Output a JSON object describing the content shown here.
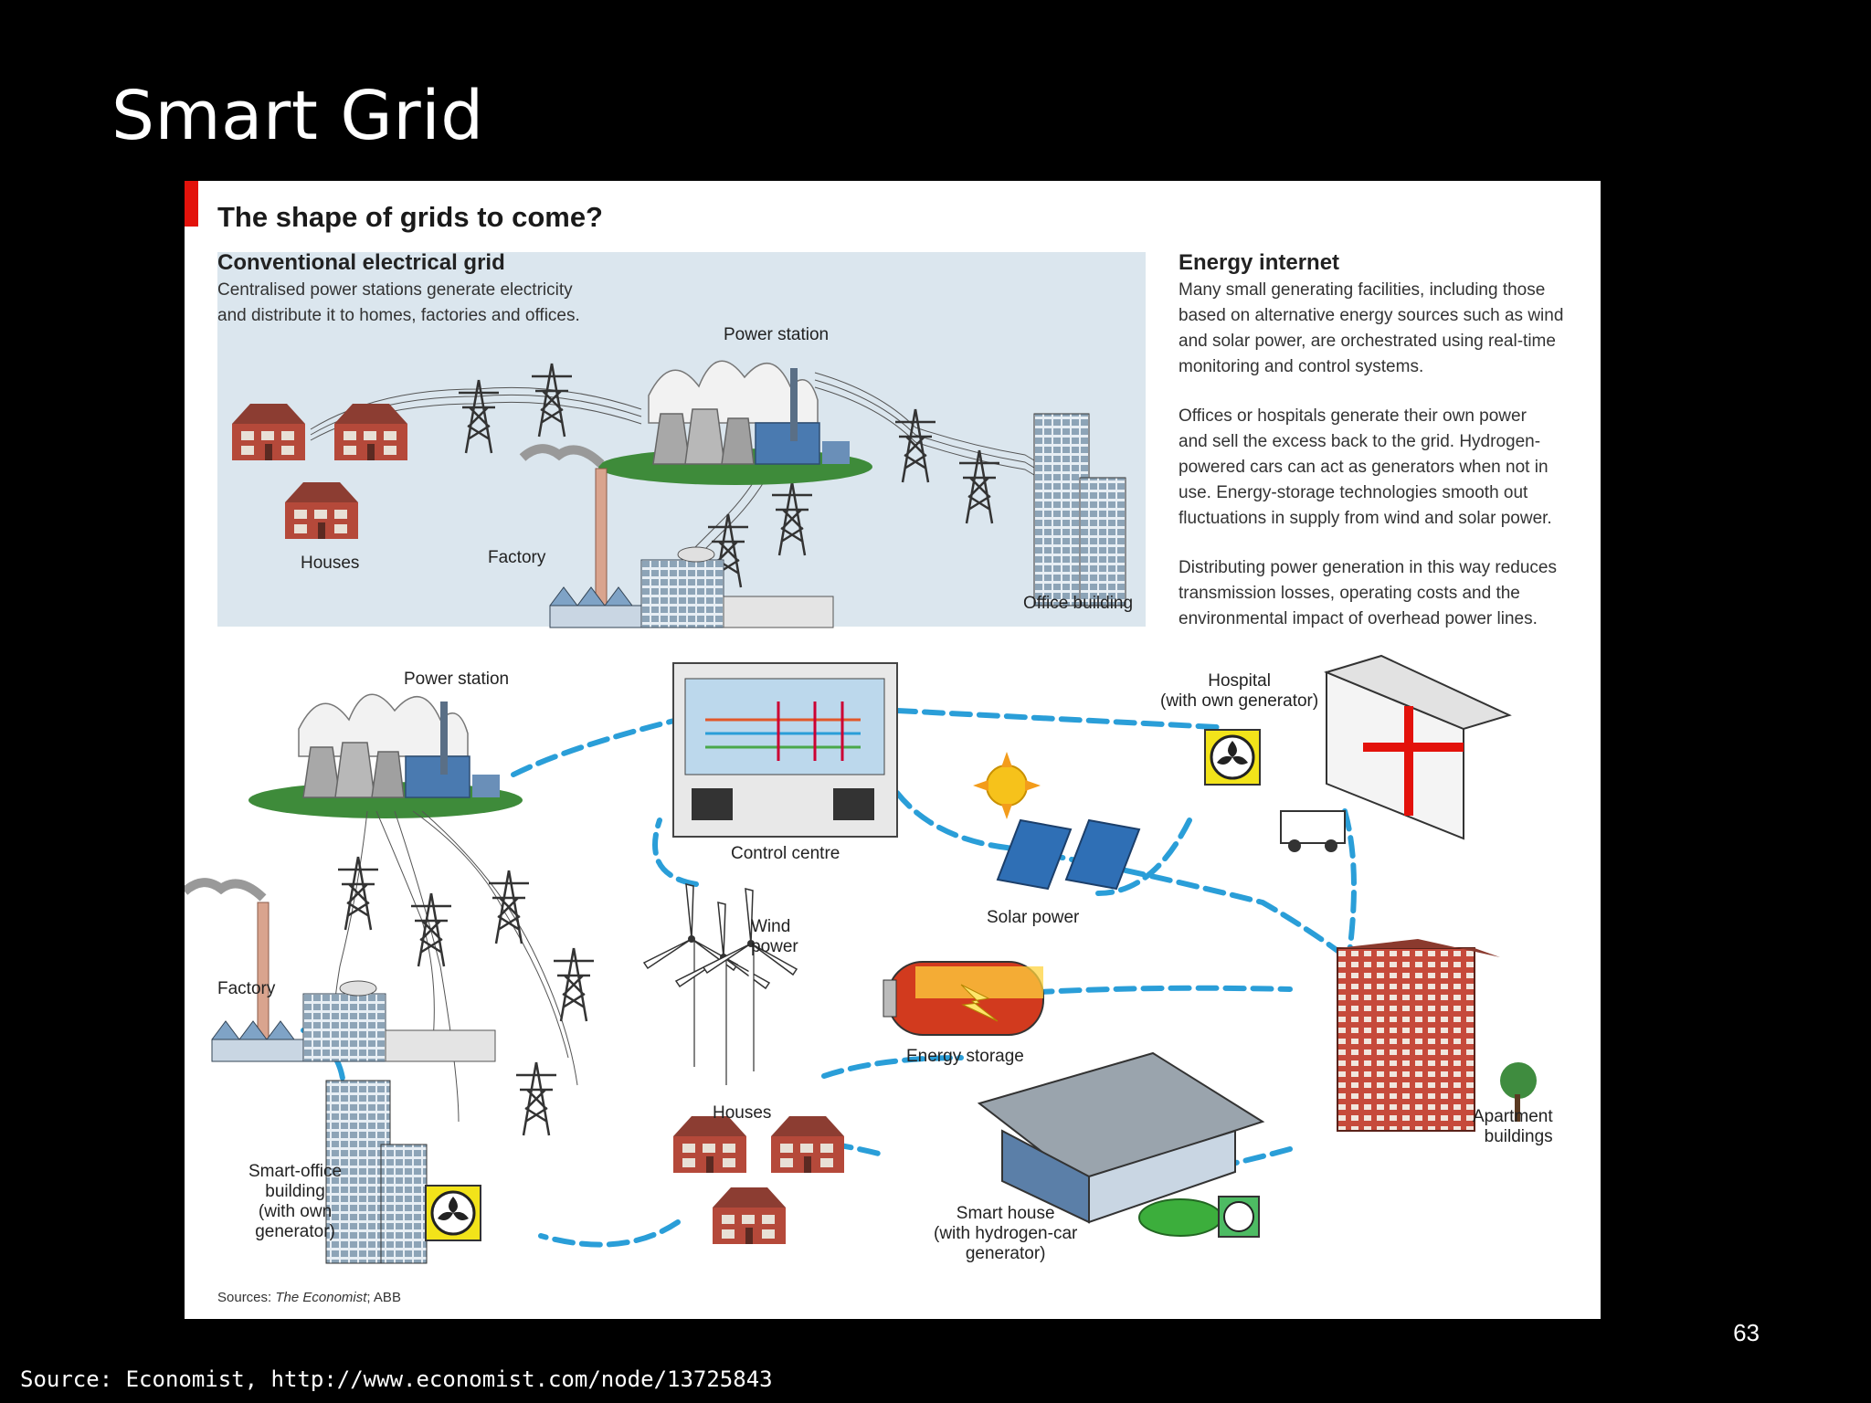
{
  "slide": {
    "title": "Smart Grid",
    "page_number": "63",
    "source": "Source: Economist, http://www.economist.com/node/13725843"
  },
  "graphic": {
    "title": "The shape of grids to come?",
    "conventional": {
      "heading": "Conventional electrical grid",
      "text_1": "Centralised power stations generate electricity",
      "text_2": "and  distribute it to homes, factories and offices.",
      "labels": {
        "power_station": "Power station",
        "houses": "Houses",
        "factory": "Factory",
        "office_building": "Office building"
      }
    },
    "energy_internet": {
      "heading": "Energy internet",
      "para1": [
        "Many small generating facilities, including those",
        "based on alternative energy sources such as wind",
        "and solar power, are orchestrated using real-time",
        "monitoring and control systems."
      ],
      "para2": [
        "Offices or hospitals generate their own power",
        "and sell the excess back to the grid. Hydrogen-",
        "powered cars can act as generators when not in",
        "use. Energy-storage technologies smooth out",
        "fluctuations in supply from wind and solar power."
      ],
      "para3": [
        "Distributing power generation in this way reduces",
        "transmission losses, operating costs and the",
        "environmental impact of overhead power lines."
      ]
    },
    "smart": {
      "labels": {
        "power_station": "Power station",
        "control_centre": "Control centre",
        "hospital_1": "Hospital",
        "hospital_2": "(with own generator)",
        "wind_1": "Wind",
        "wind_2": "power",
        "solar_power": "Solar power",
        "factory": "Factory",
        "energy_storage": "Energy storage",
        "houses": "Houses",
        "smart_office_1": "Smart-office",
        "smart_office_2": "building",
        "smart_office_3": "(with own",
        "smart_office_4": "generator)",
        "smart_house_1": "Smart house",
        "smart_house_2": "(with hydrogen-car",
        "smart_house_3": "generator)",
        "apartment_1": "Apartment",
        "apartment_2": "buildings"
      }
    },
    "sources_prefix": "Sources: ",
    "sources_italic": "The Economist",
    "sources_suffix": "; ABB"
  },
  "colors": {
    "accent_red": "#e3120b",
    "grid_blue": "#2a9ed8",
    "conventional_bg": "#dbe6ee",
    "brick": "#b5493a"
  }
}
